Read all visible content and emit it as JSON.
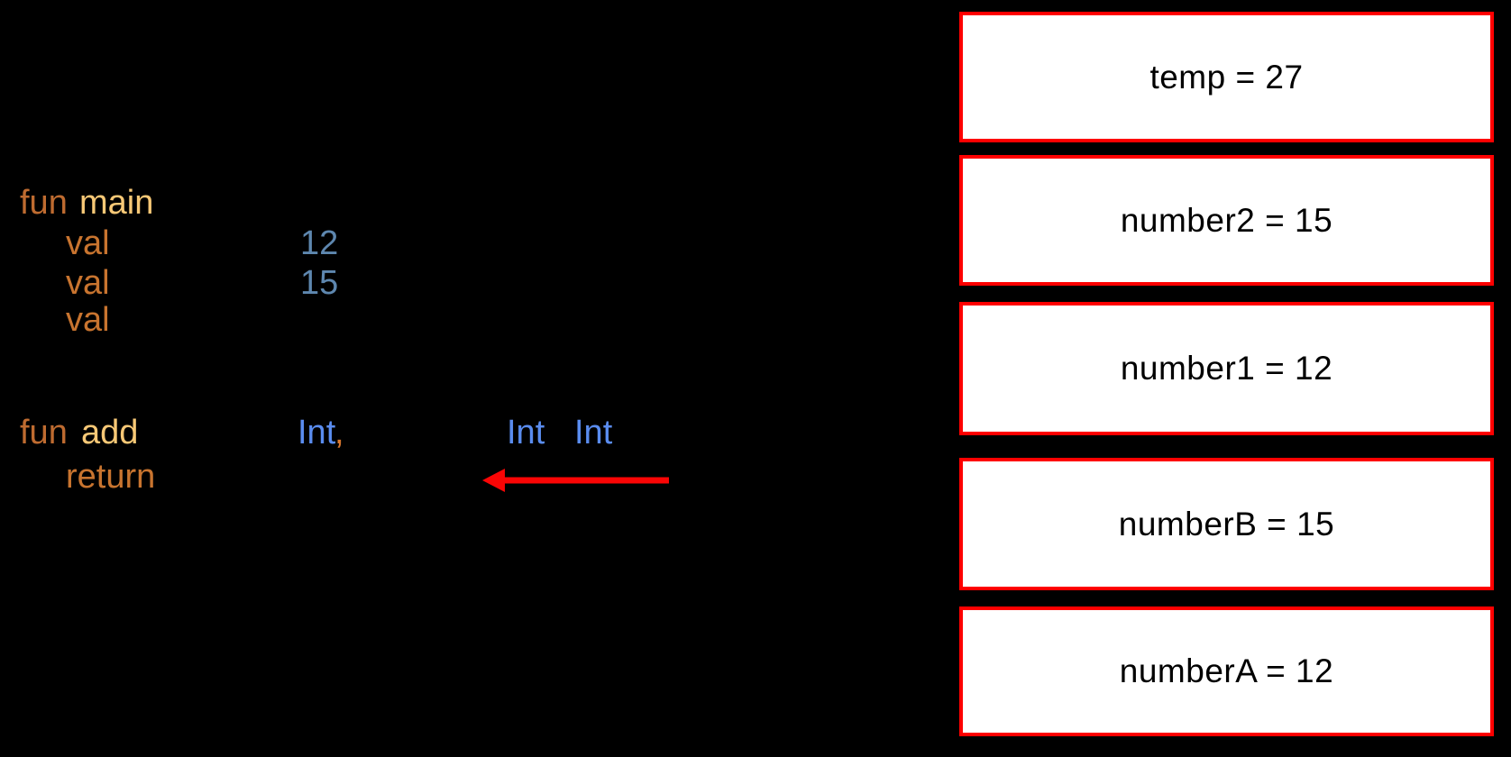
{
  "colors": {
    "background": "#000000",
    "keyword_orange": "#BE6B30",
    "function_name_tan": "#F7C876",
    "val_return_orange": "#C8742F",
    "number_steel_blue": "#5E87AF",
    "type_blue": "#5A8CEF",
    "comma_orange": "#D9772E",
    "arrow_red": "#FA0505",
    "box_border_red": "#FE0000",
    "box_fill_white": "#FFFFFF",
    "box_text_black": "#000000"
  },
  "code": {
    "main_fun_keyword": "fun",
    "main_fun_name": "main",
    "val_keyword_1": "val",
    "value_12": "12",
    "val_keyword_2": "val",
    "value_15": "15",
    "val_keyword_3": "val",
    "add_fun_keyword": "fun",
    "add_fun_name": "add",
    "param_type_1": "Int",
    "param_comma": ",",
    "param_type_2": "Int",
    "return_type": "Int",
    "return_keyword": "return"
  },
  "memory_boxes": [
    {
      "label": "temp = 27",
      "name": "temp",
      "value": "27"
    },
    {
      "label": "number2 = 15",
      "name": "number2",
      "value": "15"
    },
    {
      "label": "number1 = 12",
      "name": "number1",
      "value": "12"
    },
    {
      "label": "numberB = 15",
      "name": "numberB",
      "value": "15"
    },
    {
      "label": "numberA = 12",
      "name": "numberA",
      "value": "12"
    }
  ]
}
